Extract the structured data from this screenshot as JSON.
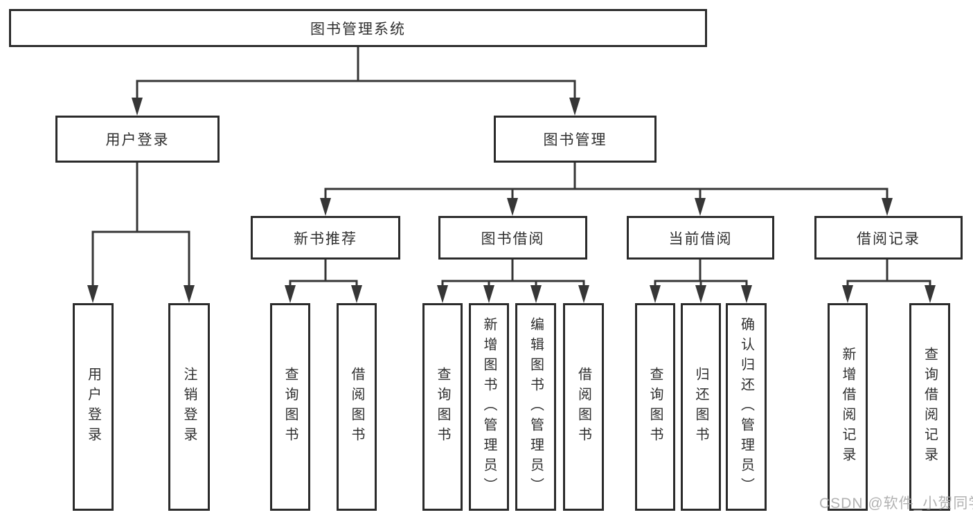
{
  "watermark": {
    "text": "CSDN @软件_小贺同学"
  },
  "colors": {
    "background": "#ffffff",
    "box_border": "#2b2b2b",
    "box_fill": "#ffffff",
    "connector_line": "#363636",
    "text": "#2f2f2f",
    "watermark_text": "#aaaaaa"
  },
  "tree": {
    "root": {
      "label": "图书管理系统",
      "children": [
        {
          "label": "用户登录",
          "children": [
            {
              "label": "用户登录"
            },
            {
              "label": "注销登录"
            }
          ]
        },
        {
          "label": "图书管理",
          "children": [
            {
              "label": "新书推荐",
              "children": [
                {
                  "label": "查询图书"
                },
                {
                  "label": "借阅图书"
                }
              ]
            },
            {
              "label": "图书借阅",
              "children": [
                {
                  "label": "查询图书"
                },
                {
                  "label": "新增图书（管理员）"
                },
                {
                  "label": "编辑图书（管理员）"
                },
                {
                  "label": "借阅图书"
                }
              ]
            },
            {
              "label": "当前借阅",
              "children": [
                {
                  "label": "查询图书"
                },
                {
                  "label": "归还图书"
                },
                {
                  "label": "确认归还（管理员）"
                }
              ]
            },
            {
              "label": "借阅记录",
              "children": [
                {
                  "label": "新增借阅记录"
                },
                {
                  "label": "查询借阅记录"
                }
              ]
            }
          ]
        }
      ]
    }
  }
}
